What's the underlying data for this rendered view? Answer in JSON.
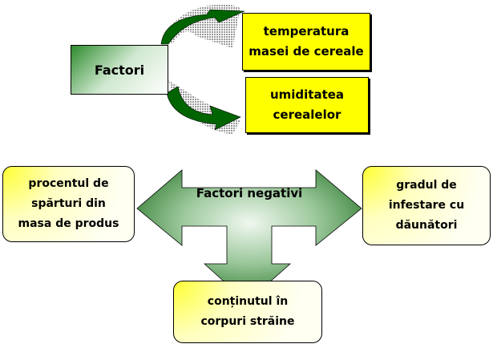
{
  "top": {
    "source": "Factori",
    "targets": [
      "temperatura masei de cereale",
      "umiditatea cerealelor"
    ]
  },
  "bottom": {
    "center": "Factori negativi",
    "left": "procentul de spărturi din masa de produs",
    "right": "gradul de infestare cu dăunători",
    "down": "conținutul în corpuri străine"
  },
  "colors": {
    "green": "#006400",
    "yellow": "#ffff00"
  }
}
